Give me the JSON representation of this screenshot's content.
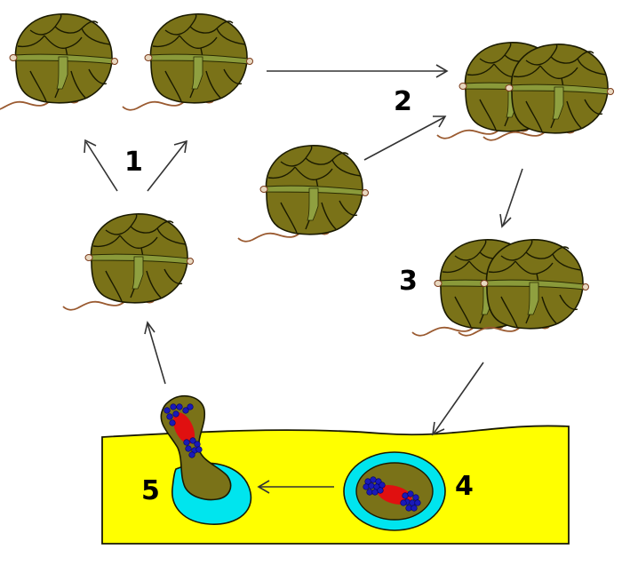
{
  "diagram": {
    "labels": {
      "step1": "1",
      "step2": "2",
      "step3": "3",
      "step4": "4",
      "step5": "5"
    },
    "colors": {
      "cell_body": "#7a7218",
      "girdle": "#8a9a3a",
      "flagellum": "#9a5a30",
      "host_tissue": "#ffff00",
      "cyst_ring": "#00e5ee",
      "nucleus": "#e01010",
      "granules": "#1a1ab8",
      "arrow": "#333333"
    },
    "elements": {
      "cells": [
        "dinoflagellate-cell",
        "dinoflagellate-cell",
        "dinoflagellate-cell",
        "dinoflagellate-cell",
        "dinoflagellate-cell"
      ],
      "fused_pairs": [
        "fusing-cells-pair",
        "dividing-cell-pair"
      ],
      "host": "host-tissue",
      "stages": [
        "cyst-in-tissue",
        "emerging-cell"
      ]
    }
  }
}
